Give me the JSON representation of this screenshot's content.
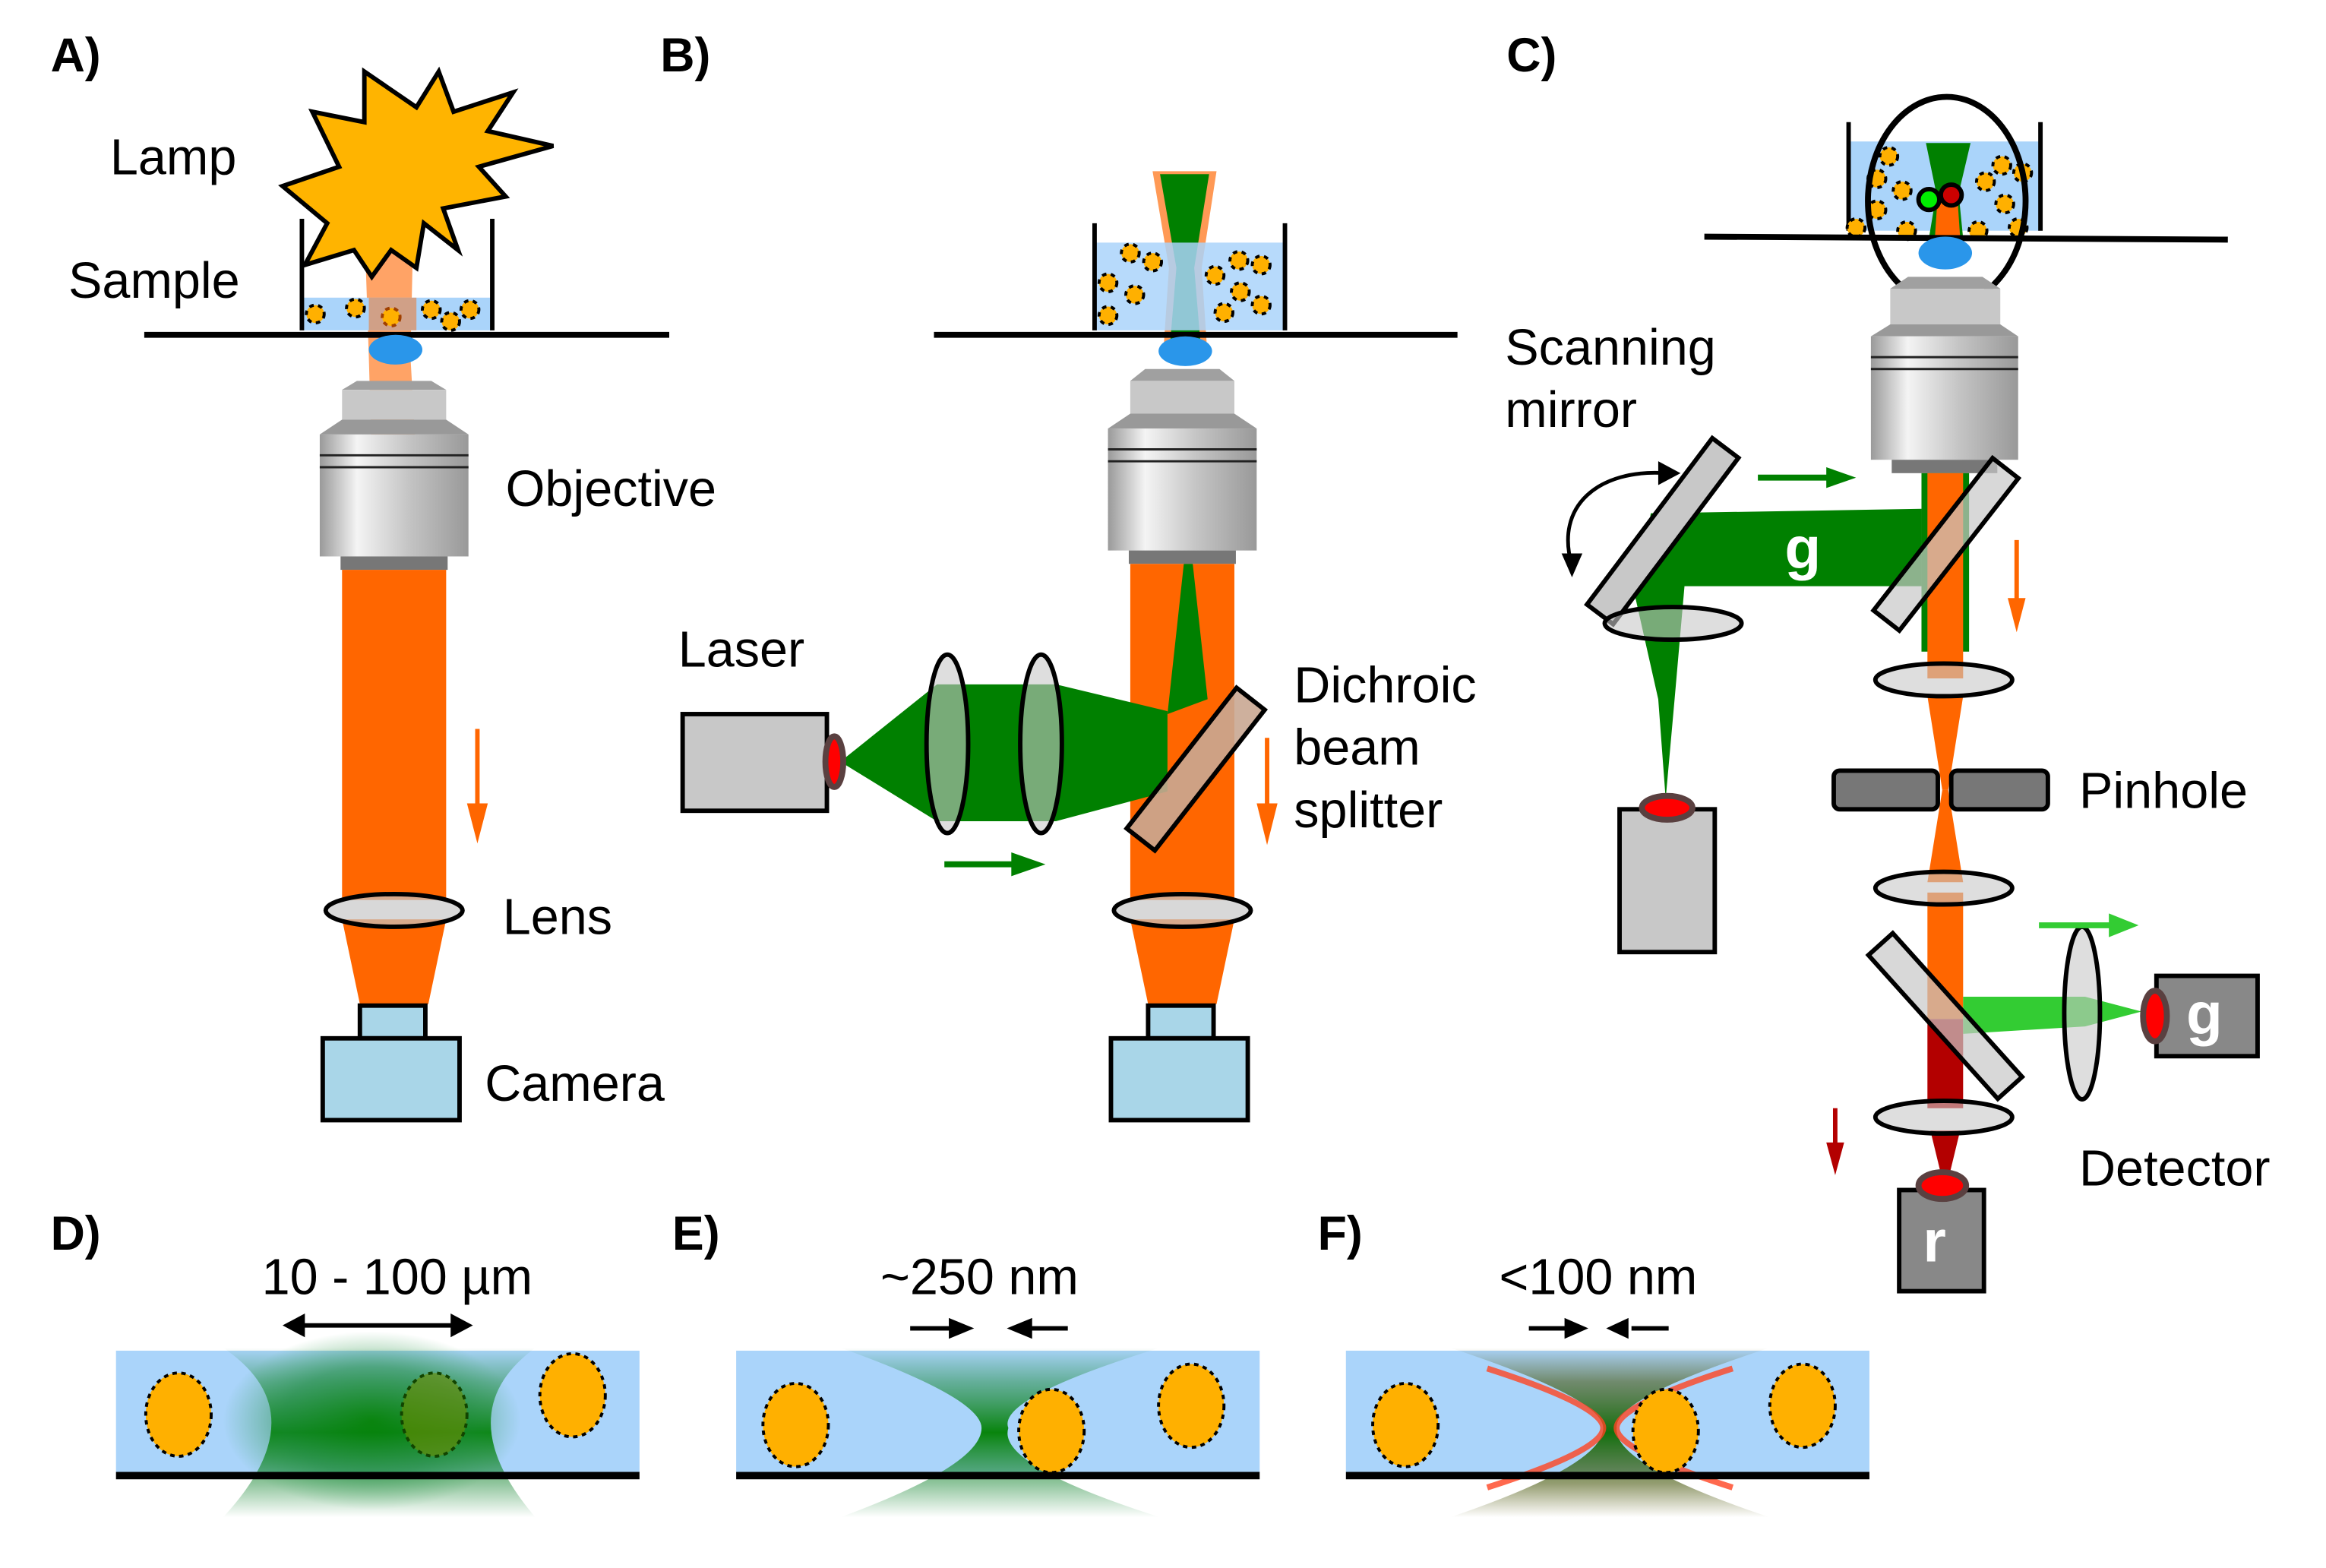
{
  "figure": {
    "panels": {
      "A": {
        "tag": "A)",
        "labels": {
          "lamp": "Lamp",
          "sample": "Sample",
          "objective": "Objective",
          "lens": "Lens",
          "camera": "Camera"
        }
      },
      "B": {
        "tag": "B)",
        "labels": {
          "laser": "Laser",
          "dichroic_line1": "Dichroic",
          "dichroic_line2": "beam",
          "dichroic_line3": "splitter"
        }
      },
      "C": {
        "tag": "C)",
        "labels": {
          "scanning_line1": "Scanning",
          "scanning_line2": "mirror",
          "pinhole": "Pinhole",
          "detector": "Detector",
          "green_channel": "g",
          "green_detector": "g",
          "red_detector": "r"
        }
      },
      "D": {
        "tag": "D)",
        "scale_label": "10 - 100 µm"
      },
      "E": {
        "tag": "E)",
        "scale_label": "~250 nm"
      },
      "F": {
        "tag": "F)",
        "scale_label": "<100 nm"
      }
    },
    "colors": {
      "emission_orange": "#ff6600",
      "excitation_green": "#008000",
      "detected_green": "#33cc33",
      "detected_red": "#b30000",
      "lamp_yellow": "#ffb400",
      "sample_blue": "#aad4fa",
      "fluorophore": "#ffb000",
      "camera_blue": "#a9d6e8",
      "detector_gray": "#888888",
      "immersion_blue": "#2a96ea"
    }
  }
}
